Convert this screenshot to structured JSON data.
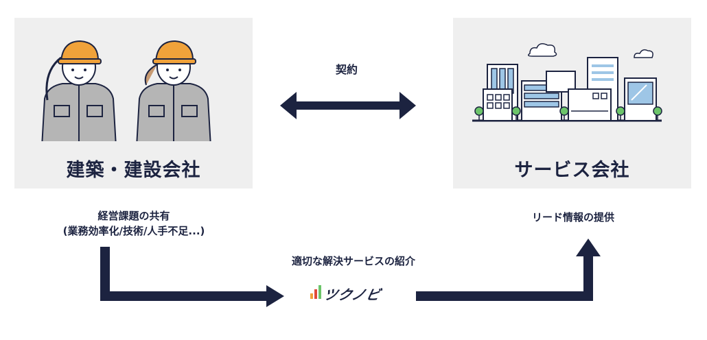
{
  "left_box": {
    "title": "建築・建設会社"
  },
  "right_box": {
    "title": "サービス会社"
  },
  "contract_label": "契約",
  "left_caption": {
    "line1": "経営課題の共有",
    "line2": "(業務効率化/技術/人手不足...)"
  },
  "right_caption": "リード情報の提供",
  "middle_caption": "適切な解決サービスの紹介",
  "logo": {
    "text": "ツクノビ"
  },
  "colors": {
    "navy": "#1c2340",
    "box_bg": "#efefef",
    "helmet": "#f0a23a",
    "uniform": "#b5b5b5",
    "building_blue": "#9ec6e6",
    "tree": "#6cc46a"
  }
}
